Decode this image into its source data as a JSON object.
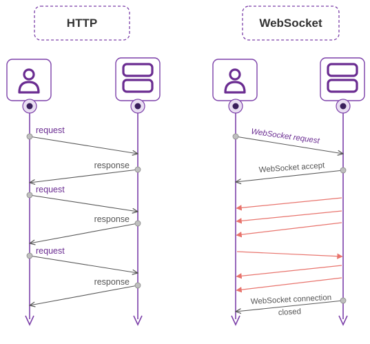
{
  "http": {
    "title": "HTTP",
    "request_label": "request",
    "response_label": "response"
  },
  "websocket": {
    "title": "WebSocket",
    "request_label": "WebSocket request",
    "accept_label": "WebSocket accept",
    "closed_label_line1": "WebSocket connection",
    "closed_label_line2": "closed"
  },
  "colors": {
    "purple": "#6a2c91",
    "lifeline": "#7b3fa8",
    "arrow_gray": "#555555",
    "arrow_red": "#e8736c",
    "title_border": "#7b3fa8"
  },
  "icons": [
    "user-icon",
    "server-icon"
  ]
}
